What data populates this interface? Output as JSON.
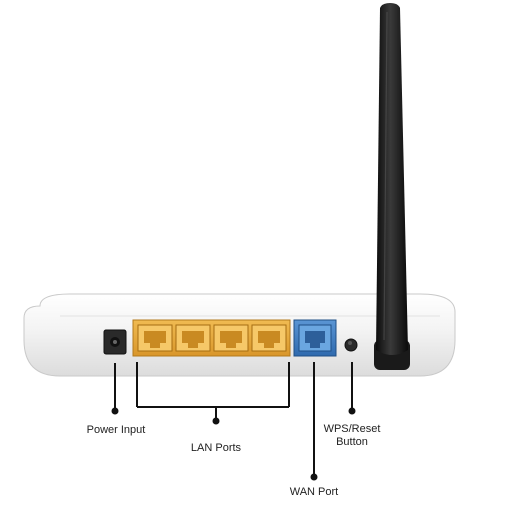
{
  "labels": {
    "power_input": "Power Input",
    "lan_ports": "LAN Ports",
    "wan_port": "WAN Port",
    "wps_reset_line1": "WPS/Reset",
    "wps_reset_line2": "Button"
  },
  "colors": {
    "body": "#f4f4f4",
    "lan_port": "#e7a93a",
    "wan_port": "#3f7fc4",
    "antenna": "#1a1a1a",
    "callout_line": "#111111"
  },
  "ports": {
    "lan_count": 4,
    "wan_count": 1
  }
}
